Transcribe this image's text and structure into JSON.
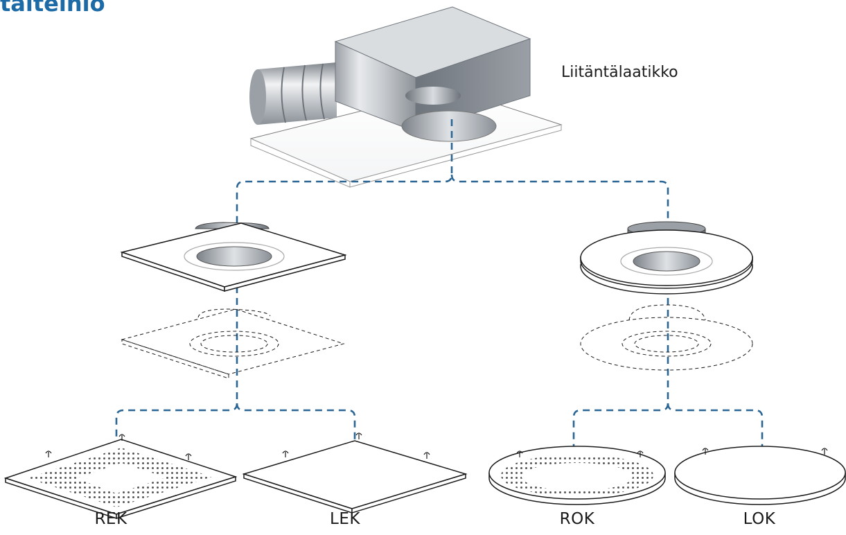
{
  "heading": "talteinio",
  "connection_box_label": "Liitäntälaatikko",
  "products": [
    {
      "name": "REK"
    },
    {
      "name": "LEK"
    },
    {
      "name": "ROK"
    },
    {
      "name": "LOK"
    }
  ],
  "colors": {
    "heading": "#1c6aa6",
    "connector_line": "#2a6594",
    "outline": "#1a1a1a",
    "metal_light": "#eef0f2",
    "metal_dark": "#8e939a"
  }
}
